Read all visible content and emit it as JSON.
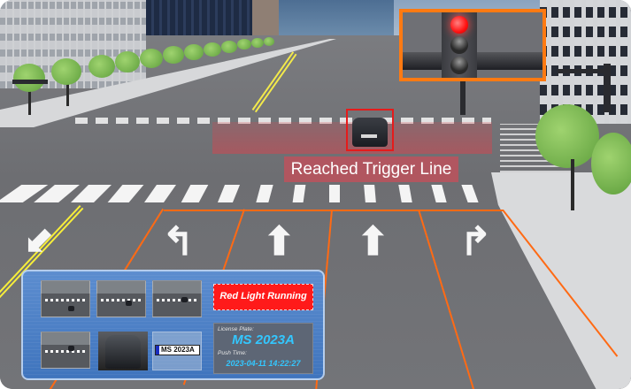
{
  "scene": {
    "description": "Traffic intersection red-light violation detection",
    "trigger_label": "Reached Trigger Line",
    "traffic_light_state": "red",
    "accent_colors": {
      "lane_outline": "#ff6a14",
      "zoom_frame": "#ff7a12",
      "detection_box": "#e51b1b",
      "trigger_label_bg": "#c0505c"
    }
  },
  "lane_arrows": [
    {
      "direction": "left-turn",
      "glyph": "↰"
    },
    {
      "direction": "straight",
      "glyph": "⬆"
    },
    {
      "direction": "straight",
      "glyph": "⬆"
    },
    {
      "direction": "right-turn",
      "glyph": "↱"
    }
  ],
  "info_panel": {
    "alert_label": "Red Light Running",
    "license_plate_label": "License Plate:",
    "license_plate_value": "MS 2023A",
    "push_time_label": "Push Time:",
    "push_time_value": "2023-04-11 14:22:27",
    "plate_crop_text": "MS 2023A",
    "snapshots": [
      {
        "name": "snapshot-1"
      },
      {
        "name": "snapshot-2"
      },
      {
        "name": "snapshot-3"
      },
      {
        "name": "snapshot-4"
      },
      {
        "name": "vehicle-closeup"
      },
      {
        "name": "plate-crop"
      }
    ]
  }
}
